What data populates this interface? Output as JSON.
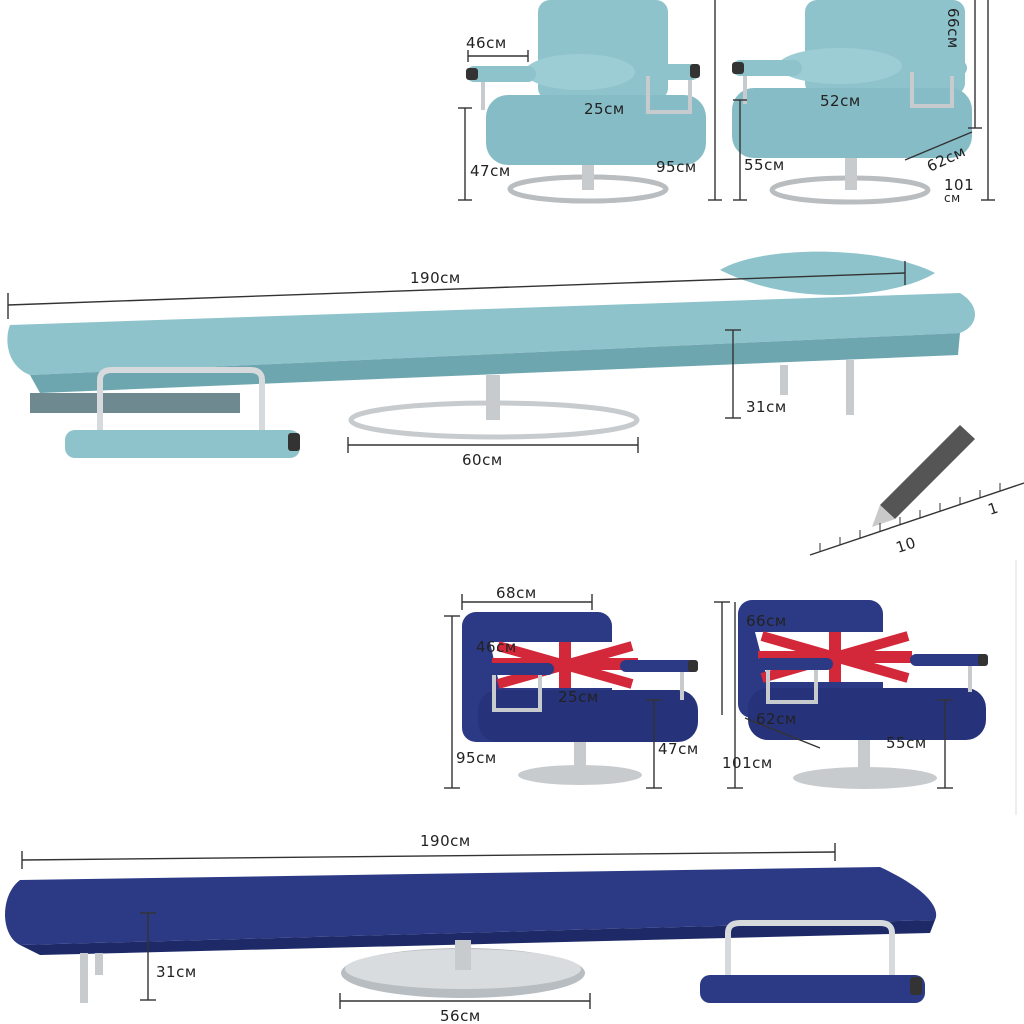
{
  "colors": {
    "light_fabric": "#8fc3cc",
    "light_fabric_dark": "#6ea6b0",
    "navy_fabric": "#2c3a86",
    "navy_fabric_dark": "#1e2a68",
    "chrome": "#cfd3d6",
    "chrome_dark": "#8b9095",
    "flag_red": "#d3283a",
    "flag_blue": "#2a3f8f"
  },
  "top_chairs": {
    "seat_back_width": "46cм",
    "arm_depth": "25cм",
    "seat_height": "47cм",
    "total_height": "95cм",
    "back_height": "66cм",
    "seat_depth": "52cм",
    "arm_height": "55cм",
    "depth": "62cм",
    "full_depth": "101",
    "full_depth_unit": "cм"
  },
  "top_bed": {
    "length": "190cм",
    "base_width": "60cм",
    "bed_height": "31cм"
  },
  "bottom_chairs": {
    "width": "68cм",
    "seat_back_width": "46cм",
    "arm_depth": "25cм",
    "total_height": "95cм",
    "seat_height": "47cм",
    "back_height": "66cм",
    "depth": "62cм",
    "full_depth": "101cм",
    "arm_height": "55cм"
  },
  "bottom_bed": {
    "length": "190cм",
    "bed_height": "31cм",
    "base_width": "56cм"
  },
  "ruler_marks": [
    "10",
    "1"
  ]
}
